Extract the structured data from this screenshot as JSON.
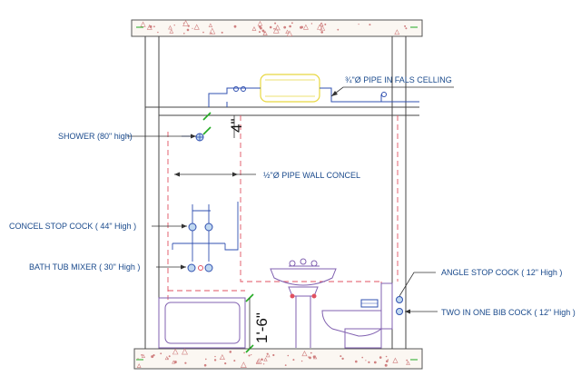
{
  "labels": {
    "pipe_ceiling": "¾\"Ø PIPE IN FALS CELLING",
    "shower": "SHOWER (80\" high)",
    "pipe_wall": "½\"Ø PIPE WALL CONCEL",
    "stop_cock": "CONCEL STOP  COCK  ( 44\" High )",
    "bath_mixer": "BATH TUB MIXER ( 30\" High )",
    "angle_stop": "ANGLE STOP  COCK  ( 12\" High )",
    "bib_cock": "TWO IN ONE BIB COCK  ( 12\" High )"
  },
  "dimensions": {
    "upper": "4\"",
    "lower": "1'-6\""
  },
  "colors": {
    "wall": "#444444",
    "concrete_fill": "#fbf7f2",
    "aggregate": "#d08080",
    "pipe_dash": "#e05060",
    "pipe_blue": "#3050b0",
    "fixture": "#8060b0",
    "tank_yellow": "#e8d840",
    "leader": "#333333",
    "label_text": "#1a4a8c",
    "tick_green": "#22aa22"
  }
}
